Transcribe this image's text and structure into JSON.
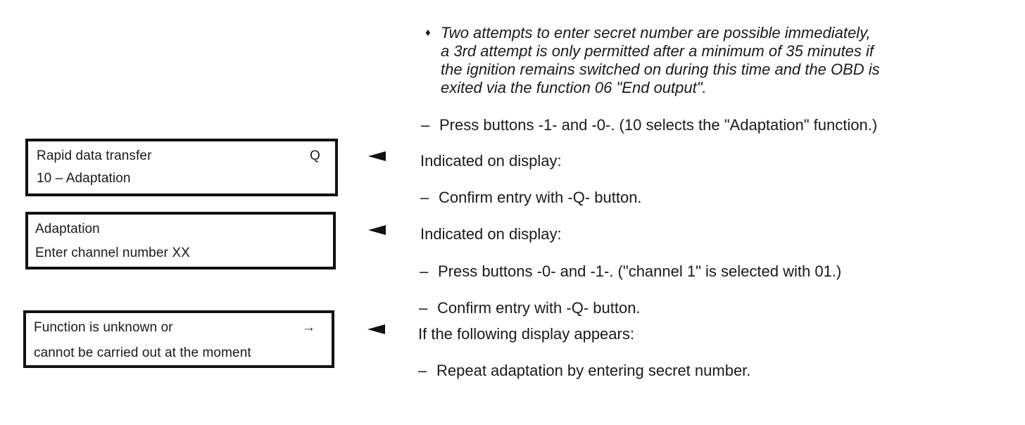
{
  "note": {
    "bullet": "♦",
    "lines": [
      "Two attempts to enter secret number are possible immediately,",
      "a 3rd attempt is only permitted after a minimum of 35 minutes if",
      "the ignition remains switched on during this time and the OBD is",
      "exited via the function 06 \"End output\"."
    ]
  },
  "steps": {
    "press_10": "Press buttons -1- and -0-. (10 selects the \"Adaptation\" function.)",
    "indicated_1": "Indicated on display:",
    "confirm_1": "Confirm entry with -Q- button.",
    "indicated_2": "Indicated on display:",
    "press_01": "Press buttons -0- and -1-. (\"channel 1\" is selected with 01.)",
    "confirm_2": "Confirm entry with -Q- button.",
    "if_following": "If the following display appears:",
    "repeat": "Repeat adaptation by entering secret number.",
    "dash": "–"
  },
  "displays": {
    "rapid": {
      "line1": "Rapid data transfer",
      "right": "Q",
      "line2": "10 – Adaptation"
    },
    "adaptation": {
      "line1": "Adaptation",
      "line2": "Enter channel number XX"
    },
    "unknown": {
      "line1": "Function is unknown or",
      "right": "→",
      "line2": "cannot be carried out at the moment"
    }
  }
}
